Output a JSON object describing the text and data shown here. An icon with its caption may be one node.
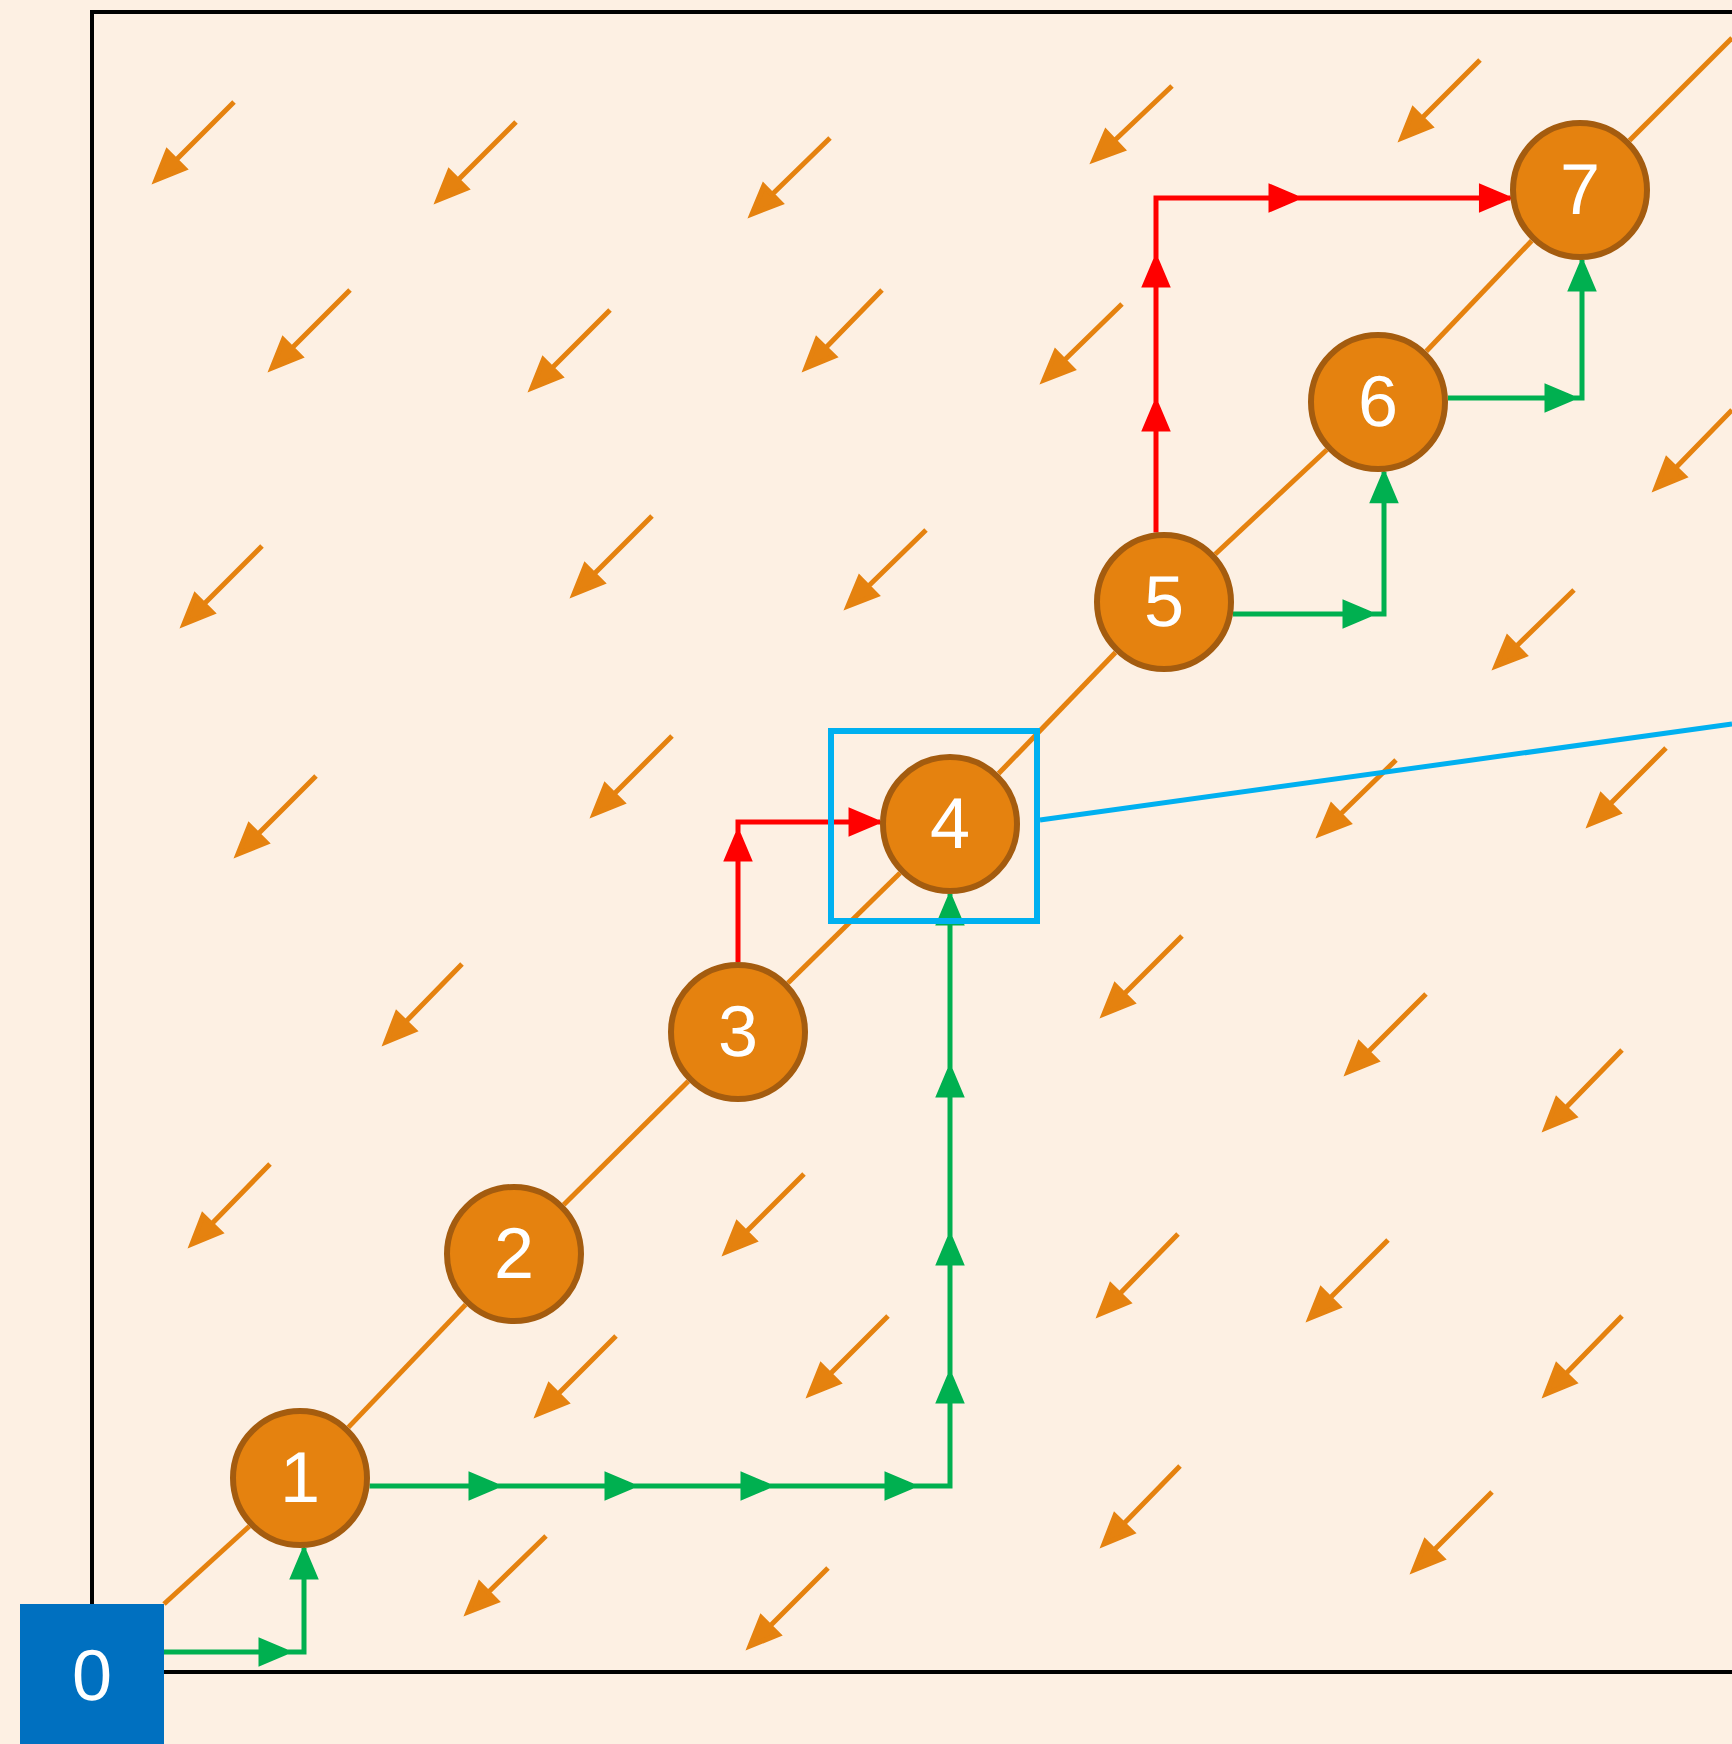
{
  "diagram": {
    "nodes": [
      {
        "text": [
          "0"
        ]
      },
      {
        "text": [
          "1"
        ]
      },
      {
        "text": [
          "2"
        ]
      },
      {
        "text": [
          "3"
        ]
      },
      {
        "text": [],
        "shape": "box"
      },
      {
        "text": [
          "4"
        ],
        "in": 4
      },
      {
        "text": [
          "5"
        ]
      },
      {
        "text": [
          "6"
        ]
      },
      {
        "text": [
          "7"
        ]
      }
    ],
    "edges": [
      {
        "from": 0,
        "to": 1,
        "arrow": "none"
      },
      {
        "from": 1,
        "to": 2,
        "arrow": "none"
      },
      {
        "from": 2,
        "to": 3,
        "arrow": "none"
      },
      {
        "from": 3,
        "to": 5,
        "arrow": "none"
      },
      {
        "from": 5,
        "to": 6,
        "arrow": "none"
      },
      {
        "from": 6,
        "to": 7,
        "arrow": "none"
      },
      {
        "from": 7,
        "to": 8,
        "arrow": "none"
      },
      {
        "from": 8,
        "to": null,
        "arrow": "none"
      },
      {
        "from": 0,
        "to": 1,
        "arrow": "to",
        "color": "#00b050"
      },
      {
        "from": 1,
        "to": 5,
        "arrow": "to",
        "color": "#00b050"
      },
      {
        "from": 3,
        "to": 5,
        "arrow": "to",
        "color": "#ff0000"
      },
      {
        "from": 6,
        "to": 7,
        "arrow": "to",
        "color": "#00b050"
      },
      {
        "from": 7,
        "to": 8,
        "arrow": "to",
        "color": "#00b050"
      },
      {
        "from": 6,
        "to": 8,
        "arrow": "to",
        "color": "#ff0000"
      },
      {
        "from": 4,
        "to": null,
        "arrow": "none",
        "color": "#00b0f0"
      }
    ]
  }
}
